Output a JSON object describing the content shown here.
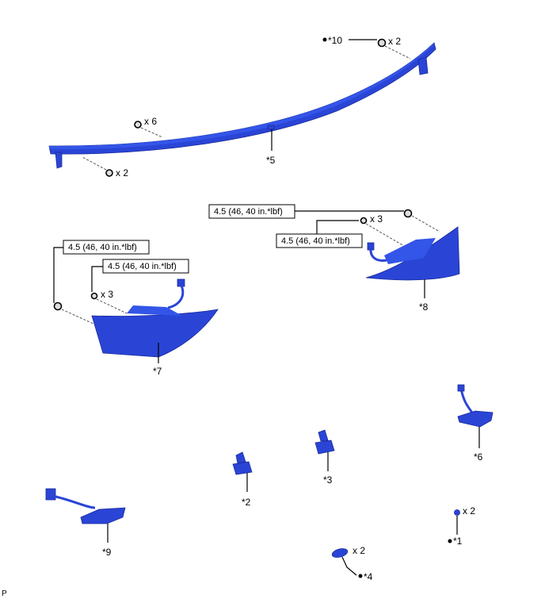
{
  "callouts": {
    "p10": "*10",
    "p10_qty": "x 2",
    "clip_qty": "x 6",
    "screw_qty": "x 2",
    "p5": "*5",
    "p8": "*8",
    "p8_torque_outer": "4.5 (46, 40 in.*lbf)",
    "p8_torque_inner": "4.5 (46, 40 in.*lbf)",
    "p8_qty": "x 3",
    "p7": "*7",
    "p7_torque_outer": "4.5 (46, 40 in.*lbf)",
    "p7_torque_inner": "4.5 (46, 40 in.*lbf)",
    "p7_qty": "x 3",
    "p6": "*6",
    "p3": "*3",
    "p2": "*2",
    "p9": "*9",
    "p1": "*1",
    "p1_qty": "x 2",
    "p4": "*4",
    "p4_qty": "x 2"
  },
  "corner_mark": "P",
  "colors": {
    "part": "#2a45d6"
  }
}
